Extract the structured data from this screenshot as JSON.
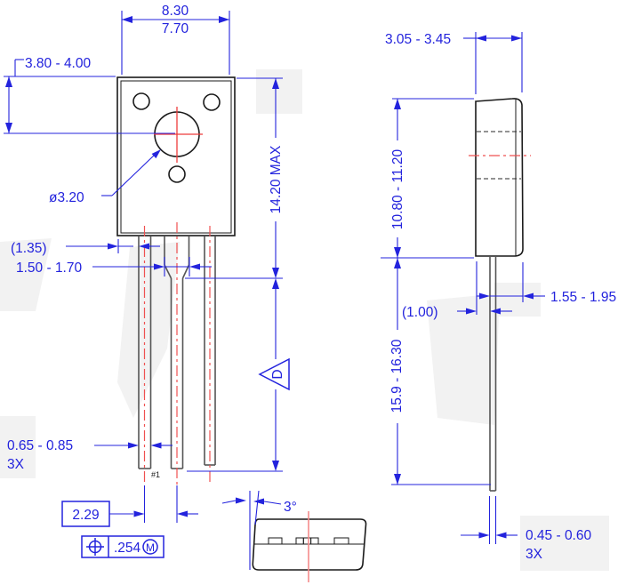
{
  "drawing": {
    "front_view": {
      "body_width_max": "8.30",
      "body_width_min": "7.70",
      "hole_center_offset": "3.80 - 4.00",
      "hole_diameter": "ø3.20",
      "edge_to_lead_ref": "(1.35)",
      "lead_shoulder_width": "1.50 - 1.70",
      "overall_height": "14.20 MAX",
      "lead_width": "0.65 - 0.85",
      "lead_width_count": "3X",
      "lead_pitch_basic": "2.29",
      "pin_one_label": "#1",
      "datum_flag": "D"
    },
    "tolerance_frame": {
      "value": ".254",
      "modifier": "M"
    },
    "side_view": {
      "body_thickness": "3.05 - 3.45",
      "body_height": "10.80 - 11.20",
      "lead_length": "15.9 - 16.30",
      "lead_setback": "1.55 - 1.95",
      "lead_setback_ref": "(1.00)",
      "lead_thickness": "0.45 - 0.60",
      "lead_thickness_count": "3X"
    },
    "bottom_view": {
      "draft_angle": "3°"
    },
    "icons": {
      "position_symbol": "position-tolerance-icon",
      "datum_flag_triangle": "datum-flag-icon"
    },
    "colors": {
      "dimension_blue": "#2323dd",
      "outline_black": "#1a1a1a",
      "centerline_red": "#ef5050",
      "lead_gray": "#555555"
    }
  }
}
